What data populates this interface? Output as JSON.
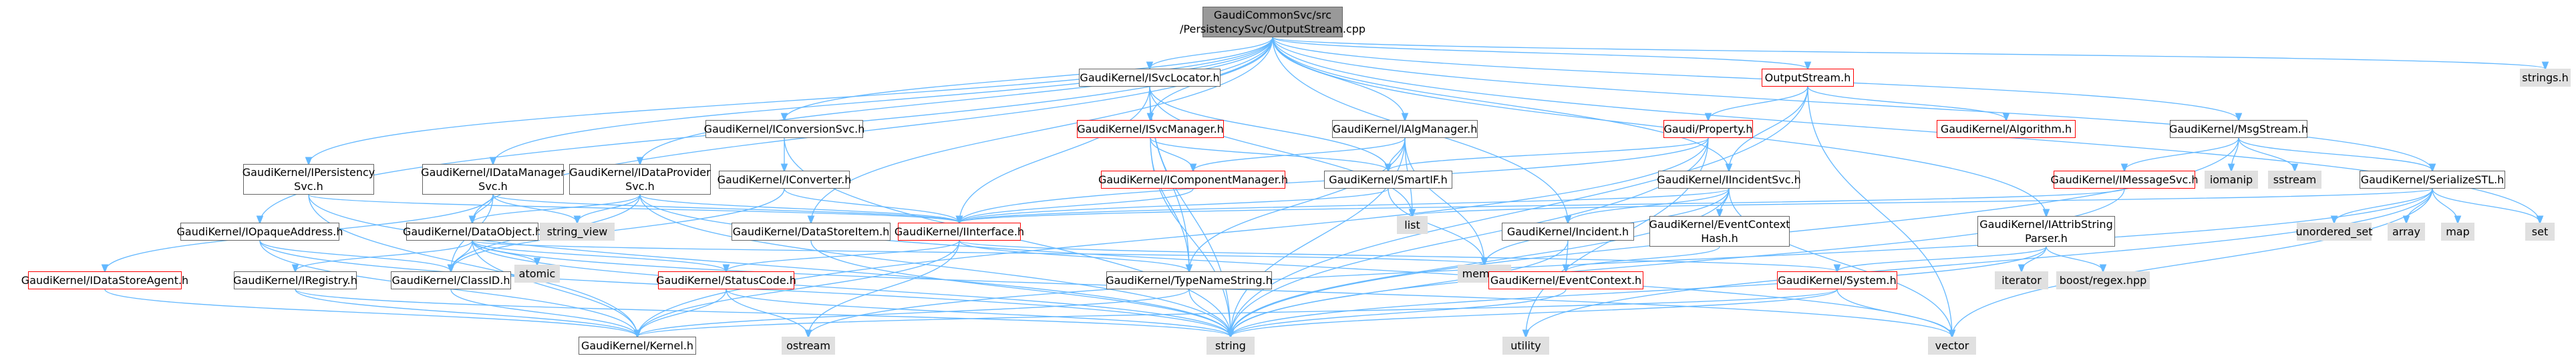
{
  "colors": {
    "edge": "#63b8ff",
    "arrow": "#63b8ff",
    "root_fill": "#999999",
    "node_border": "#666666",
    "incomplete_border": "#ff0000",
    "std_fill": "#e0e0e0"
  },
  "nodes": {
    "root": "GaudiCommonSvc/src\n/PersistencySvc/OutputStream.cpp",
    "output_stream_h": "OutputStream.h",
    "isvc_locator": "GaudiKernel/ISvcLocator.h",
    "iconversion_svc": "GaudiKernel/IConversionSvc.h",
    "ialg_manager": "GaudiKernel/IAlgManager.h",
    "isvc_manager": "GaudiKernel/ISvcManager.h",
    "property": "Gaudi/Property.h",
    "algorithm": "GaudiKernel/Algorithm.h",
    "msg_stream": "GaudiKernel/MsgStream.h",
    "strings_h": "strings.h",
    "ipersistency_svc": "GaudiKernel/IPersistency\nSvc.h",
    "idata_manager_svc": "GaudiKernel/IDataManager\nSvc.h",
    "idata_provider_svc": "GaudiKernel/IDataProvider\nSvc.h",
    "iconverter": "GaudiKernel/IConverter.h",
    "icomponent_manager": "GaudiKernel/IComponentManager.h",
    "smart_if": "GaudiKernel/SmartIF.h",
    "iincident_svc": "GaudiKernel/IIncidentSvc.h",
    "imessage_svc": "GaudiKernel/IMessageSvc.h",
    "iomanip": "iomanip",
    "sstream": "sstream",
    "serialize_stl": "GaudiKernel/SerializeSTL.h",
    "iopaque_address": "GaudiKernel/IOpaqueAddress.h",
    "data_object": "GaudiKernel/DataObject.h",
    "string_view": "string_view",
    "data_store_item": "GaudiKernel/DataStoreItem.h",
    "iinterface": "GaudiKernel/IInterface.h",
    "list": "list",
    "incident": "GaudiKernel/Incident.h",
    "event_context_hash": "GaudiKernel/EventContext\nHash.h",
    "iattrib_string_parser": "GaudiKernel/IAttribString\nParser.h",
    "unordered_set": "unordered_set",
    "array": "array",
    "map": "map",
    "set": "set",
    "idata_store_agent": "GaudiKernel/IDataStoreAgent.h",
    "iregistry": "GaudiKernel/IRegistry.h",
    "class_id": "GaudiKernel/ClassID.h",
    "atomic": "atomic",
    "status_code": "GaudiKernel/StatusCode.h",
    "memory": "memory",
    "type_name_string": "GaudiKernel/TypeNameString.h",
    "event_context": "GaudiKernel/EventContext.h",
    "system": "GaudiKernel/System.h",
    "iterator": "iterator",
    "boost_regex": "boost/regex.hpp",
    "kernel": "GaudiKernel/Kernel.h",
    "ostream": "ostream",
    "string": "string",
    "utility": "utility",
    "vector": "vector"
  }
}
